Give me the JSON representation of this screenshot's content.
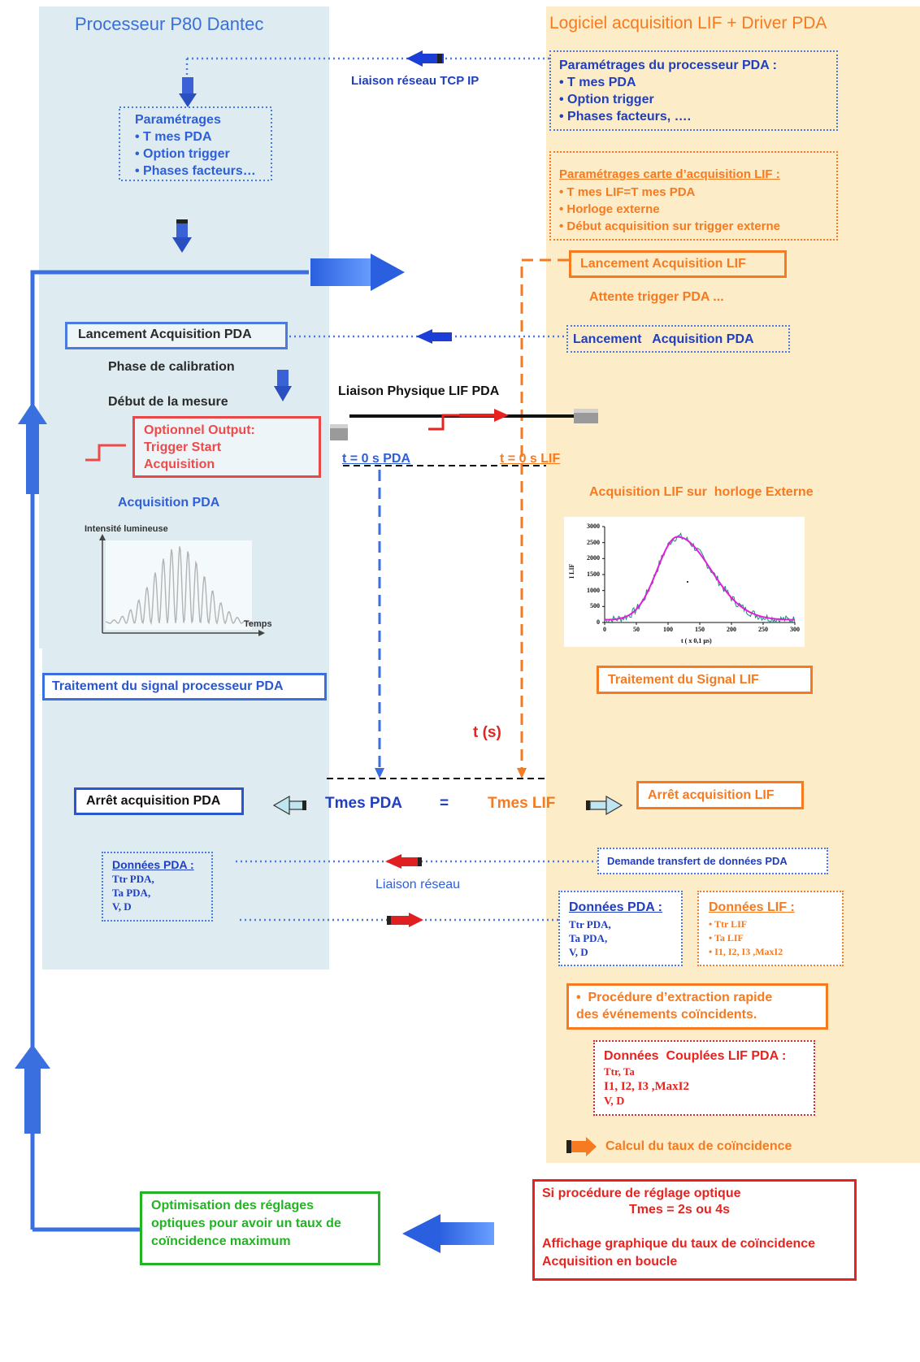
{
  "left_panel": {
    "title": "Processeur P80 Dantec",
    "params_box": {
      "title": "Paramétrages",
      "items": [
        "• T mes PDA",
        "• Option trigger",
        "• Phases facteurs…"
      ]
    },
    "launch_pda": "Lancement Acquisition PDA",
    "calibration": "Phase de calibration",
    "start_measure": "Début de la mesure",
    "trigger_box": [
      "Optionnel Output:",
      "Trigger Start",
      "Acquisition"
    ],
    "acquisition_pda": "Acquisition PDA",
    "mini_chart": {
      "ylabel": "Intensité lumineuse",
      "xlabel": "Temps"
    },
    "signal_processing": "Traitement du signal processeur PDA",
    "stop_pda": "Arrêt acquisition PDA",
    "data_box": {
      "title": "Données  PDA :",
      "items": [
        "Ttr PDA,",
        "Ta PDA,",
        "V, D"
      ]
    }
  },
  "right_panel": {
    "title": "Logiciel acquisition LIF + Driver PDA",
    "pda_settings": {
      "title": "Paramétrages du processeur PDA :",
      "items": [
        "• T mes PDA",
        "• Option trigger",
        "• Phases facteurs, …."
      ]
    },
    "lif_card": {
      "title": "Paramétrages carte d’acquisition LIF :",
      "items": [
        "• T mes LIF=T mes PDA",
        "• Horloge externe",
        "• Début acquisition sur trigger externe"
      ]
    },
    "launch_lif": "Lancement Acquisition LIF",
    "waiting": "Attente trigger PDA ...",
    "launch_pda": "Lancement   Acquisition PDA",
    "acq_lif_clock": "Acquisition LIF sur  horloge Externe",
    "lif_processing": "Traitement du Signal LIF",
    "stop_lif": "Arrêt acquisition LIF",
    "transfer_request": "Demande transfert de données PDA",
    "pda_data": {
      "title": "Données  PDA :",
      "items": [
        "Ttr PDA,",
        "Ta PDA,",
        "V, D"
      ]
    },
    "lif_data": {
      "title": "Données  LIF :",
      "items": [
        "• Ttr LIF",
        "• Ta LIF",
        "• I1, I2, I3 ,MaxI2"
      ]
    },
    "extraction": [
      "•  Procédure d’extraction rapide",
      "des événements coïncidents."
    ],
    "coupled": {
      "title": "Données  Couplées LIF PDA :",
      "items": [
        "Ttr, Ta",
        "I1, I2, I3 ,MaxI2",
        "V, D"
      ]
    },
    "coincidence_calc": "Calcul du taux de coïncidence"
  },
  "center": {
    "tcp_link": "Liaison réseau TCP IP",
    "physical_link": "Liaison Physique LIF PDA",
    "t0_pda": "t = 0 s PDA",
    "t0_lif": "t = 0 s LIF",
    "t_s": "t (s)",
    "tmes_pda": "Tmes PDA",
    "equals": "=",
    "tmes_lif": "Tmes LIF",
    "network_link": "Liaison réseau"
  },
  "bottom": {
    "optimisation": [
      "Optimisation des réglages",
      "optiques pour avoir un taux de",
      "coïncidence maximum"
    ],
    "procedure": [
      "Si procédure de réglage optique",
      "Tmes = 2s ou 4s",
      "",
      "Affichage graphique du taux de coïncidence",
      "Acquisition en boucle"
    ]
  },
  "lif_chart": {
    "ylabel": "I LIF",
    "xlabel": "t ( x 0,1 µs)",
    "yticks": [
      "3000",
      "2500",
      "2000",
      "1500",
      "1000",
      "500",
      "0"
    ],
    "xticks": [
      "0",
      "50",
      "100",
      "150",
      "200",
      "250",
      "300"
    ]
  },
  "colors": {
    "blue": "#2e5fd8",
    "orange": "#f57a20",
    "red": "#e8231f",
    "green": "#22b423",
    "left_bg": "#deecf1",
    "right_bg": "#fdecc8"
  }
}
